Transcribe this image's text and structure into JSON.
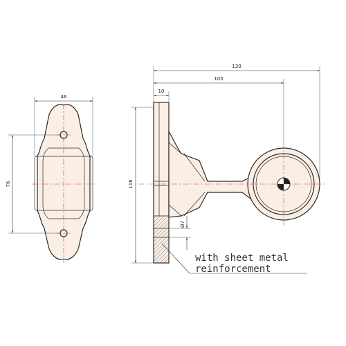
{
  "dimensions": {
    "front_width": "46",
    "front_height": "76",
    "overall_length": "130",
    "arm_length": "100",
    "base_thickness": "10",
    "side_height": "116",
    "hole_diameter": "Ø7"
  },
  "note": {
    "line1": "with sheet metal",
    "line2": "reinforcement"
  },
  "colors": {
    "outline": "#2a2a2a",
    "centerline": "#d04040",
    "body_tint": "#fbeee4"
  }
}
